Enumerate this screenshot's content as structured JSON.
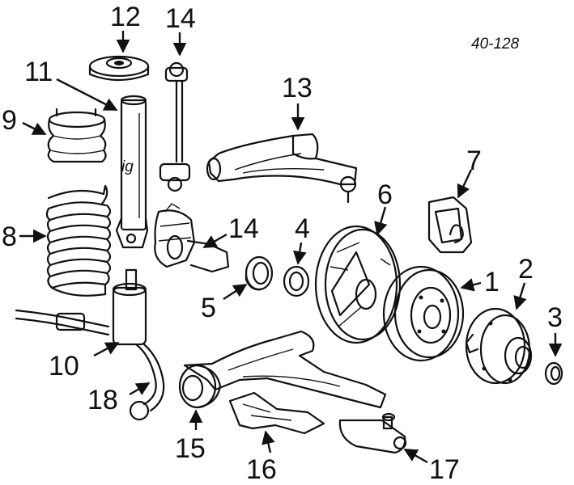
{
  "diagram": {
    "code": "40-128",
    "labels": [
      {
        "id": "1",
        "text": "1"
      },
      {
        "id": "2",
        "text": "2"
      },
      {
        "id": "3",
        "text": "3"
      },
      {
        "id": "4",
        "text": "4"
      },
      {
        "id": "5",
        "text": "5"
      },
      {
        "id": "6",
        "text": "6"
      },
      {
        "id": "7",
        "text": "7"
      },
      {
        "id": "8",
        "text": "8"
      },
      {
        "id": "9",
        "text": "9"
      },
      {
        "id": "10",
        "text": "10"
      },
      {
        "id": "11",
        "text": "11"
      },
      {
        "id": "12",
        "text": "12"
      },
      {
        "id": "13",
        "text": "13"
      },
      {
        "id": "14a",
        "text": "14"
      },
      {
        "id": "14b",
        "text": "14"
      },
      {
        "id": "15",
        "text": "15"
      },
      {
        "id": "16",
        "text": "16"
      },
      {
        "id": "17",
        "text": "17"
      },
      {
        "id": "18",
        "text": "18"
      }
    ]
  }
}
